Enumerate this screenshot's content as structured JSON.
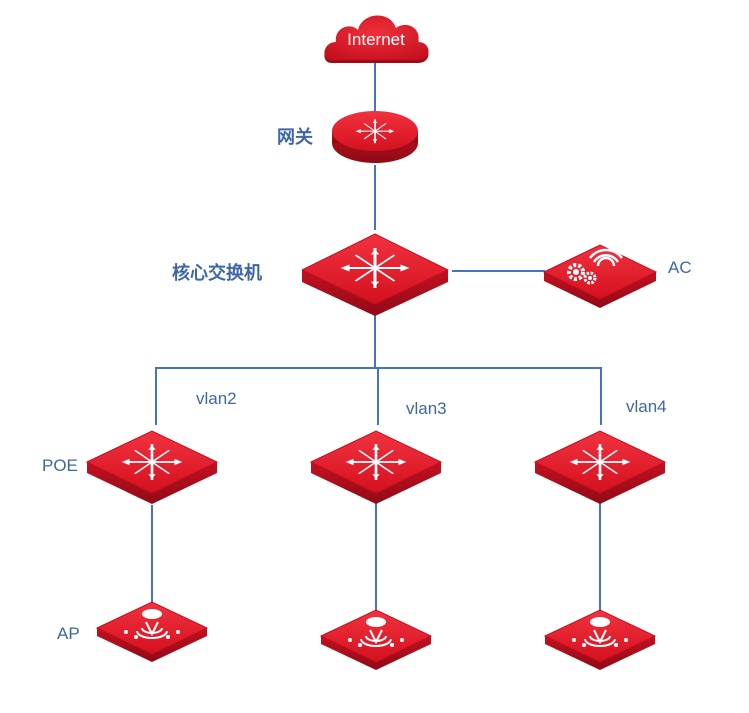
{
  "labels": {
    "internet": "Internet",
    "gateway": "网关",
    "core_switch": "核心交换机",
    "ac": "AC",
    "poe": "POE",
    "ap": "AP",
    "vlans": [
      "vlan2",
      "vlan3",
      "vlan4"
    ]
  },
  "colors": {
    "device_top": "#e8192c",
    "device_side": "#b70f1e",
    "link": "#4472c4",
    "label": "#3e66a8"
  },
  "icons": [
    "cloud-icon",
    "router-icon",
    "switch-icon",
    "ac-controller-icon",
    "access-point-icon"
  ]
}
